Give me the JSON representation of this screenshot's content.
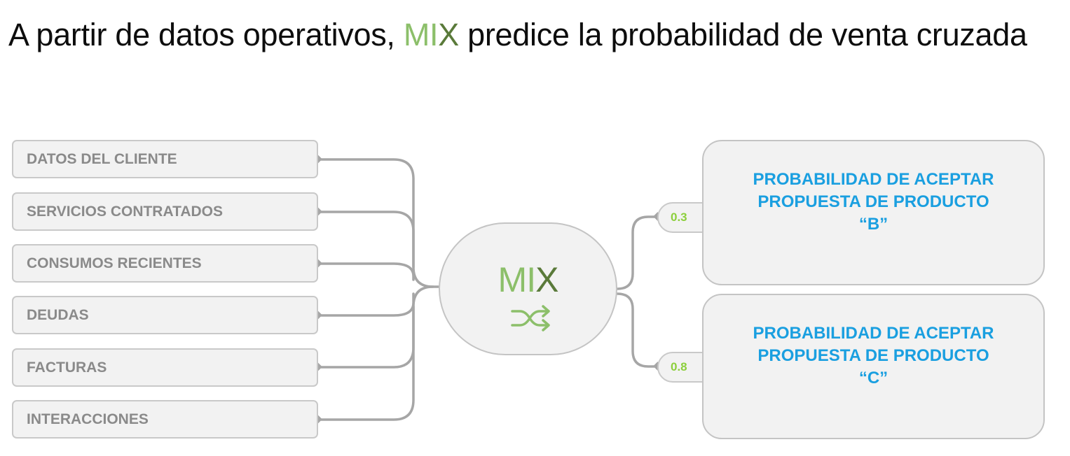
{
  "title": {
    "prefix": "A partir de datos operativos, ",
    "brand_m": "M",
    "brand_i": "I",
    "brand_x": "X",
    "suffix": " predice la probabilidad de venta cruzada"
  },
  "inputs": [
    {
      "label": "DATOS DEL CLIENTE"
    },
    {
      "label": "SERVICIOS CONTRATADOS"
    },
    {
      "label": "CONSUMOS RECIENTES"
    },
    {
      "label": "DEUDAS"
    },
    {
      "label": "FACTURAS"
    },
    {
      "label": "INTERACCIONES"
    }
  ],
  "model": {
    "name_m": "M",
    "name_i": "I",
    "name_x": "X",
    "icon": "shuffle-icon"
  },
  "outputs": [
    {
      "score": "0.3",
      "line1": "PROBABILIDAD DE ACEPTAR",
      "line2": "PROPUESTA DE PRODUCTO",
      "line3": "“B”"
    },
    {
      "score": "0.8",
      "line1": "PROBABILIDAD DE ACEPTAR",
      "line2": "PROPUESTA DE PRODUCTO",
      "line3": "“C”"
    }
  ],
  "colors": {
    "brand_light_green": "#8cbf6a",
    "brand_dark_green": "#5a7a3a",
    "score_green": "#8ccf3c",
    "output_blue": "#1a9fe0",
    "input_text_gray": "#8a8a8a",
    "connector_gray": "#a6a6a6",
    "box_fill": "#f2f2f2"
  }
}
